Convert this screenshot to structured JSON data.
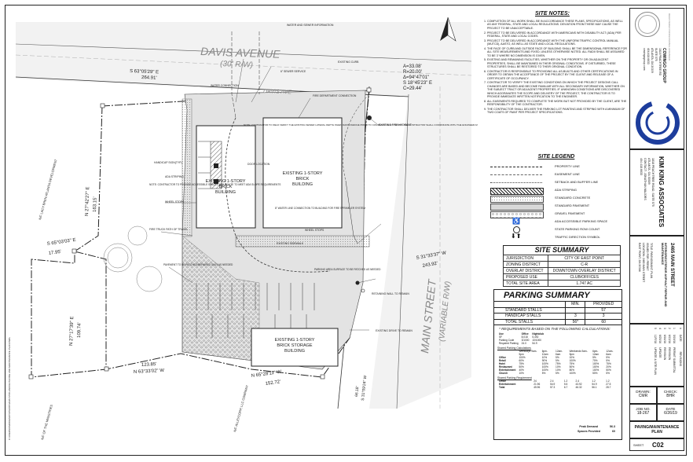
{
  "plan": {
    "streets": {
      "davis_avenue": "DAVIS AVENUE",
      "davis_avenue_row": "(30' R/W)",
      "davis_ave_inner": "DAVIS AVE",
      "main_street": "MAIN STREET",
      "main_street_row": "(VARIABLE R/W)"
    },
    "top_note": "WATER AND SEWER INFORMATION",
    "bearings": {
      "b1": "S 63°05'29\" E",
      "b1d": "264.91'",
      "b2": "N 27°42'27\" E",
      "b2d": "163.15'",
      "b3": "S 65°03'03\" E",
      "b3d": "17.95'",
      "b4": "N 27°17'39\" E",
      "b4d": "109.74'",
      "b5": "123.85'",
      "b5d": "N 63°33'02\" W",
      "b6": "N 65°28'11\" W",
      "b6d": "152.72'",
      "b7": "S 31°33'37\" W",
      "b7d": "243.92'",
      "b8": "66.18'",
      "b8d": "S 31°09'24\" W",
      "curve1": "A=33.08'",
      "curve2": "R=20.00'",
      "curve3": "Δ=94°47'01\"",
      "curve4": "S 18°45'23\" E",
      "curve5": "C=29.44'"
    },
    "buildings": {
      "b1": [
        "EXISTING 1-STORY",
        "BRICK",
        "BUILDING"
      ],
      "b2": [
        "EXISTING 1-STORY",
        "BRICK",
        "BUILDING"
      ],
      "b3": [
        "EXISTING 1-STORY",
        "BRICK STORAGE",
        "BUILDING"
      ]
    },
    "labels": {
      "handicap": "HANDICAP SIGN(TYP)",
      "ada_striping": "ADA STRIPING",
      "contractor_note": "NOTE: CONTRACTOR TO PROVIDE ACCESSIBLE SPACES AND ROUTE TO MEET ADA SLOPE REQUIREMENTS",
      "wheel_stops": "WHEEL STOPS",
      "door_location": "DOOR LOCATION",
      "fire_truck": "FIRE TRUCK PATH OF TRAVEL",
      "existing_sidewalk": "EXISTING SIDEWALK",
      "existing_hydrant": "EXISTING FIRE HYDRANT",
      "fire_dept": "FIRE DEPARTMENT CONNECTION",
      "water_line": "8\" WATER LINE CONNECTION TO BUILDING FOR FIRE SPRINKLER SYSTEM",
      "wheel_stops2": "WHEEL STOPS",
      "pavement_patched": "PAVEMENT TO BE PATCHED/REPAIRED ONLY AS NEEDED",
      "parking_surface": "PARKING AREA SURFACE TO BE PATCHED AS NEEDED",
      "retaining_wall": "RETAINING WALL TO REMAIN",
      "existing_drive": "EXISTING DRIVE TO REMAIN",
      "existing_curb": "EXISTING CURB",
      "sewer_service": "6\" SEWER SERVICE",
      "water_connection": "WATER CONNECTION",
      "sewer_note": "NOTE: CONTRACTOR TO FIELD VERIFY THE EXISTING SEWER LATERAL DEPTH WHEN DAVIS AVENUE PRIOR TO COMMENCING ANY WORK. THE CONTRACTOR SHALL COORDINATE WITH THE ENGINEER AND SCHEDULE CONNECTION."
    },
    "adjacent": {
      "a1": "N/F LACY BREN ATLANTA DEVELOPMENT",
      "a2": "N/F OF THE MINISTRIES",
      "a3": "N/F ALLEYCORP, LLC COMPANY"
    },
    "footer_path": "C:\\USERS\\CMR\\DESKTOP\\2465 MAIN ST\\PLAN\\C02 PAVING AND MAINTENANCE PLAN.DWG"
  },
  "site_notes": {
    "title": "SITE NOTES:",
    "items": [
      "COMPLETION OF ALL WORK SHALL BE IN ACCORDANCE THESE PLANS, SPECIFICATIONS, AS WELL AS ANY FEDERAL, STATE AND LOCAL REGULATIONS. DEVIATION FROM THESE MAY CAUSE THE PROJECT TO BE UNACCEPTABLE.",
      "PROJECT TO BE DELIVERED IN ACCORDANCE WITH AMERICANS WITH DISABILITY ACT (ADA) PER FEDERAL, STATE AND LOCAL CODES.",
      "PROJECT TO BE DELIVERED IN ACCORDANCE WITH THE UNIFORM TRAFFIC CONTROL MANUAL (MUTCD), AASTO, AS WELL AS STATE AND LOCAL REGULATIONS.",
      "THE FACE OF CURB AND OUTSIDE FACE OF BUILDING SHALL BE THE DIMENSIONAL REFERENCE FOR ALL SITE MEASUREMENTS AND FIXED, UNLESS OTHERWISE NOTED. ALL RADII SHALL BE ASSUMED TO BE 3' WHERE NO DIMENSION IS GIVEN.",
      "EXISTING AND REMAINING FACILITIES, WHETHER ON THE PROPERTY OR ON ADJACENT PROPERTIES, SHALL BE MAINTAINED IN THEIR ORIGINAL CONDITIONS. IF DISTURBED, THESE STRUCTURES SHALL BE RESTORED TO THEIR ORIGINAL CONDITION.",
      "CONTRACTOR IS RESPONSIBLE TO PROVIDING ALL AS-BUILTS AND OTHER CERTIFICATIONS IN ORDER TO OBTAIN THE ACCEPTANCE OF THE PROJECT BY THE CLIENT AND RELEASE OF A CERTIFICATE OF OCCUPANCY.",
      "CONTRACTOR TO VERIFY THE EXISTING CONDITIONS ON WHICH THE PROJECT DESIGNS CALL CHANGES ARE BASED AND BECOME FAMILIAR WITH ALL SECONDARY INFORMATION, WHETHER ON THE SUBJECT TRACT OR ADJACENT PROPERTIES. IF UNKNOWN CONDITIONS ARE DISCOVERED WHICH AGGRAVATES THE SCOPE AND DELIVERY OF THE PROJECT, THE CONTRACTOR IS TO PROVIDE IMMEDIATE WRITTEN NOTIFICATION TO THE ENGINEER.",
      "ALL EASEMENTS REQUIRED TO COMPLETE THE WORK BUT NOT PROVIDED BY THE CLIENT, ARE THE RESPONSIBILITY OF THE CONTRACTOR.",
      "THE CONTRACTOR SHALL DELIVER THE PARKING LOT PAINTING AND STRIPING WITH A MINIMUM OF TWO COATS OF PAINT PER PROJECT SPECIFICATIONS."
    ]
  },
  "site_legend": {
    "title": "SITE LEGEND",
    "items": [
      {
        "label": "PROPERTY LINE",
        "style": "dashdot"
      },
      {
        "label": "EASEMENT LINE",
        "style": "dash"
      },
      {
        "label": "SETBACK AND BUFFER LINE",
        "style": "longdash"
      },
      {
        "label": "ADA STRIPING",
        "style": "hatch"
      },
      {
        "label": "STANDARD CONCRETE",
        "style": "dots"
      },
      {
        "label": "STANDARD PAVEMENT",
        "style": "gray"
      },
      {
        "label": "GRAVEL PAVEMENT",
        "style": "gravel"
      },
      {
        "label": "ADA ACCESSIBLE PARKING SPACE",
        "style": "ada"
      },
      {
        "label": "STATE PARKING ROW COUNT",
        "style": "circle"
      },
      {
        "label": "TRAFFIC DIRECTION SYMBOL",
        "style": "arrows"
      }
    ]
  },
  "site_summary": {
    "title": "SITE SUMMARY",
    "rows": [
      [
        "JURISDICTION",
        "CITY OF EAST POINT"
      ],
      [
        "ZONING DISTRICT",
        "C-R"
      ],
      [
        "OVERLAY DISTRICT",
        "DOWNTOWN OVERLAY DISTRICT"
      ],
      [
        "PROPOSED USE",
        "CLUB/OFFICES"
      ],
      [
        "TOTAL SITE AREA",
        "1.747 AC"
      ]
    ]
  },
  "parking_summary": {
    "title": "PARKING SUMMARY",
    "headers": [
      "",
      "MIN.",
      "PROVIDED"
    ],
    "rows": [
      [
        "STANDARD STALLS",
        "",
        "57"
      ],
      [
        "HANDICAP STALLS",
        "3",
        "3"
      ],
      [
        "TOTAL STALLS",
        "56*",
        "60"
      ]
    ],
    "footnote": "*   REQUIREMENTS BASED ON THE FOLLOWING CALCULATIONS:",
    "calc_headers": [
      "Use",
      "Office",
      "Nightclub"
    ],
    "calc_rows": [
      [
        "SF",
        "8,018",
        "5,492"
      ],
      [
        "Parking Code",
        "3/1000",
        "10/1000"
      ],
      [
        "Required Parking",
        "24.0",
        "54.9"
      ]
    ],
    "shared_title": "Shared Parking Calculations",
    "shared_headers": [
      "",
      "Weekdays 9am-5pm",
      "6pm-12am",
      "12am-6am",
      "Weekends 9am-5pm",
      "6pm-12am",
      "12am-6am"
    ],
    "shared_rows": [
      [
        "Office",
        "100%",
        "10%",
        "5%",
        "10%",
        "5%",
        "5%"
      ],
      [
        "Retail",
        "60%",
        "90%",
        "5%",
        "100%",
        "70%",
        "5%"
      ],
      [
        "Hotel",
        "75%",
        "100%",
        "75%",
        "75%",
        "100%",
        "75%"
      ],
      [
        "Restaurant",
        "50%",
        "100%",
        "10%",
        "50%",
        "100%",
        "20%"
      ],
      [
        "Entertainment",
        "40%",
        "100%",
        "10%",
        "80%",
        "100%",
        "50%"
      ],
      [
        "Church",
        "10%",
        "5%",
        "5%",
        "100%",
        "50%",
        "5%"
      ]
    ],
    "req_title": "Shared Parking Requirement",
    "req_rows": [
      [
        "Office",
        "24",
        "2.4",
        "1.2",
        "2.4",
        "1.2",
        "1.2"
      ],
      [
        "Entertainment",
        "21.96",
        "54.9",
        "5.5",
        "43.92",
        "54.9",
        "27.5"
      ],
      [
        "Total",
        "45.96",
        "57.3",
        "6.7",
        "46.32",
        "56.1",
        "28.7"
      ]
    ],
    "peak_label": "Peak Demand",
    "peak_value": "56.3",
    "spaces_label": "Spaces Provided",
    "spaces_value": "60"
  },
  "title_block": {
    "seal_text": "REGISTERED PROFESSIONAL ENGINEER",
    "firm_name": "COWINGO GROUP",
    "firm_lines": [
      "1818 PEACHTREE RD",
      "SUITE 575",
      "ATLANTA, GA 30309",
      "404.418.6633",
      "cowingogroup.com"
    ],
    "company": "KIM KING ASSOCIATES",
    "company_lines": [
      "1818 PEACHTREE ROAD, SUITE 575",
      "ATLANTA, GA 30309",
      "CONTACT: JONATHAN MAJORS",
      "404.418.6633"
    ],
    "project": "2465 MAIN STREET",
    "project_sub": "INTERIOR/EXTERIOR ASPHALT REPAIR AND MAINTENANCE",
    "project_lines": [
      "TITLE: PAVING/MAINT. PLAN",
      "ISSUED FOR: PERMIT",
      "LOCATION: 2465 MAIN STREET",
      "EAST POINT, GA 30344"
    ],
    "revisions_header": [
      "#",
      "DATE",
      "REVISIONS"
    ],
    "revisions": [
      [
        "1",
        "5/19/16",
        "PERMIT SUBMITTAL"
      ],
      [
        "2",
        "6/13/16",
        "REVISION"
      ],
      [
        "3",
        "6/16/16",
        "REVISION"
      ],
      [
        "4",
        "6/23/16",
        "UPDATE"
      ],
      [
        "5",
        "12/7/18",
        "UPDATE & SITE PLAN"
      ]
    ],
    "drawn_label": "DRAWN:",
    "drawn": "CMR",
    "check_label": "CHECK:",
    "check": "BHR",
    "job_label": "JOB NO.",
    "job": "18-267",
    "date_label": "DATE",
    "date": "6/26/19",
    "sheet_title": "PAVING/MAINTENANCE PLAN",
    "sheet_label": "SHEET",
    "sheet": "C02"
  }
}
